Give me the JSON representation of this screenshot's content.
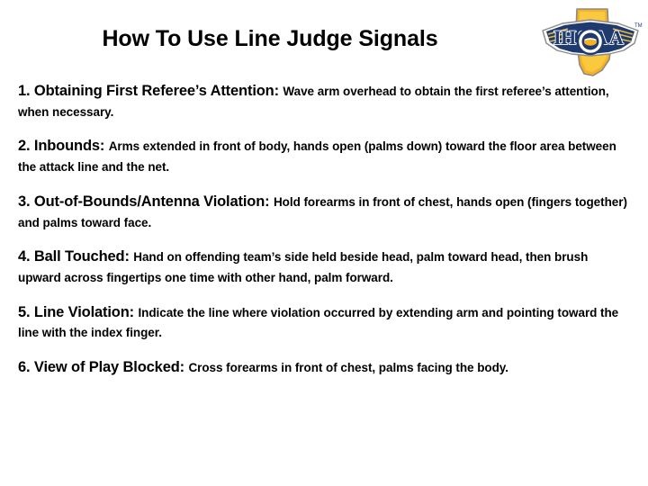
{
  "header": {
    "title": "How To Use Line Judge Signals",
    "logo": {
      "name": "ihsaa-logo",
      "wordmark": "IHSAA",
      "trademark": "TM",
      "colors": {
        "navy": "#1F3A6E",
        "gold": "#F5B324",
        "gold_dark": "#D99413",
        "white": "#FFFFFF",
        "outline": "#6E6E6E"
      }
    }
  },
  "main": {
    "items": [
      {
        "heading": "1. Obtaining First Referee’s Attention:",
        "description": "Wave arm overhead to obtain the first referee’s attention, when necessary."
      },
      {
        "heading": "2. Inbounds:",
        "description": "Arms extended in front of body, hands open (palms down) toward the floor area between the attack line and the net."
      },
      {
        "heading": "3. Out-of-Bounds/Antenna Violation:",
        "description": "Hold forearms in front of chest, hands open (fingers together) and palms toward face."
      },
      {
        "heading": "4. Ball Touched:",
        "description": "Hand on offending team’s side held beside head, palm toward head, then brush upward across fingertips one time with other hand, palm forward."
      },
      {
        "heading": "5. Line Violation:",
        "description": "Indicate the line where violation occurred by extending arm and pointing toward the line with the index finger."
      },
      {
        "heading": "6. View of Play Blocked:",
        "description": "Cross forearms in front of chest, palms facing the body."
      }
    ]
  },
  "theme": {
    "background": "#FFFFFF",
    "text": "#000000"
  }
}
